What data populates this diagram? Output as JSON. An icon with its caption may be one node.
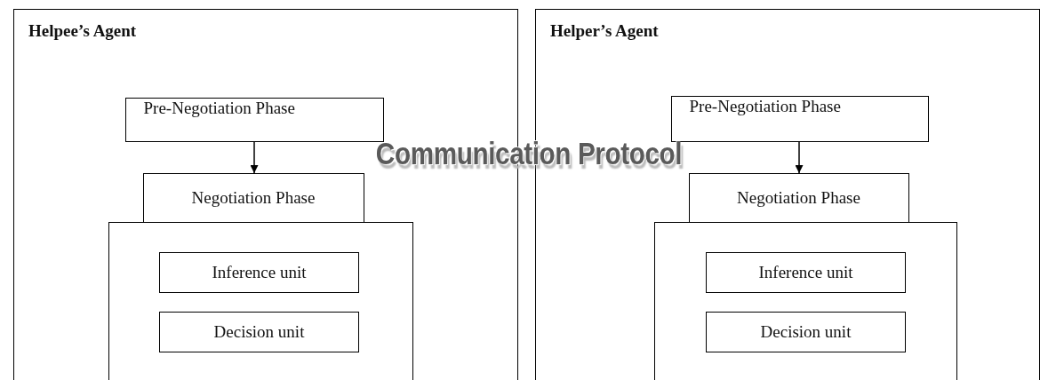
{
  "diagram": {
    "nodes": [
      {
        "text": [
          "Helpee’s Agent"
        ]
      },
      {
        "text": [
          "Pre-Negotiation Phase"
        ],
        "in": 0
      },
      {
        "text": [
          "Negotiation Phase"
        ],
        "in": 0
      },
      {
        "text": [],
        "shape": "box",
        "in": 0
      },
      {
        "text": [
          "Inference unit"
        ],
        "in": 3
      },
      {
        "text": [
          "Decision unit"
        ],
        "in": 3
      },
      {
        "text": [
          "Helper’s Agent"
        ]
      },
      {
        "text": [
          "Pre-Negotiation Phase"
        ],
        "in": 6
      },
      {
        "text": [
          "Negotiation Phase"
        ],
        "in": 6
      },
      {
        "text": [],
        "shape": "box",
        "in": 6
      },
      {
        "text": [
          "Inference unit"
        ],
        "in": 9
      },
      {
        "text": [
          "Decision unit"
        ],
        "in": 9
      }
    ],
    "edges": [
      {
        "from": 1,
        "to": 2,
        "arrow": "to"
      },
      {
        "from": 7,
        "to": 8,
        "arrow": "to"
      }
    ],
    "labels": [
      "Communication Protocol"
    ]
  }
}
